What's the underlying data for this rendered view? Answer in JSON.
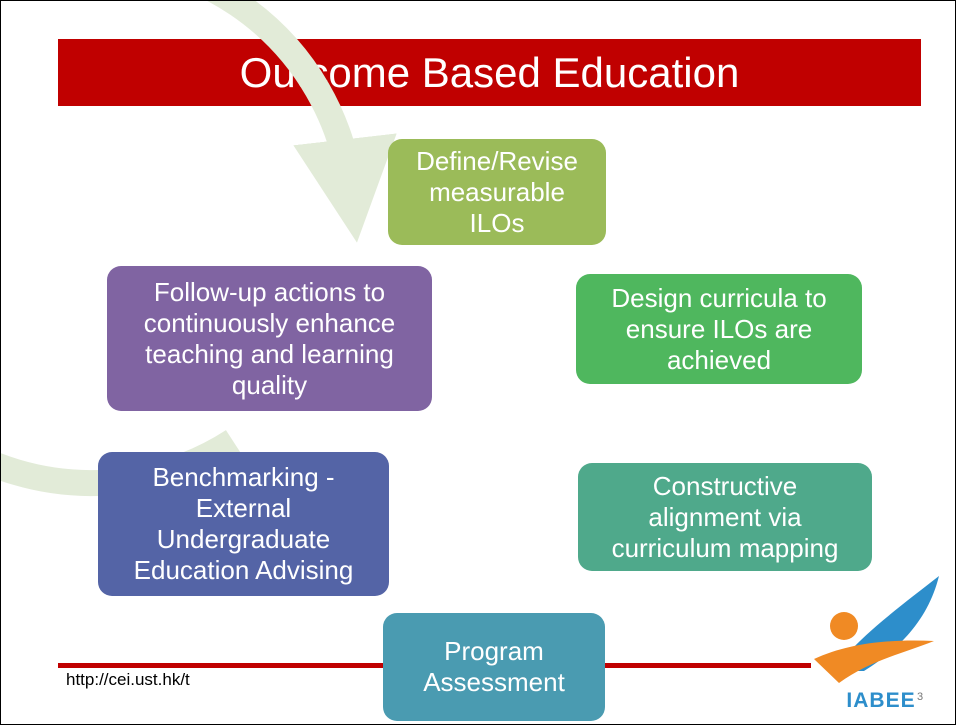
{
  "slide": {
    "title": "Outcome Based Education",
    "steps": [
      {
        "lines": [
          "Define/Revise",
          "measurable",
          "ILOs"
        ],
        "color": "#9bbb59"
      },
      {
        "lines": [
          "Design curricula to",
          "ensure ILOs are",
          "achieved"
        ],
        "color": "#4fb75e"
      },
      {
        "lines": [
          "Constructive",
          "alignment via",
          "curriculum mapping"
        ],
        "color": "#4fa98b"
      },
      {
        "lines": [
          "Program",
          "Assessment"
        ],
        "color": "#4a9bb1"
      },
      {
        "lines": [
          "Benchmarking -",
          "External",
          "Undergraduate",
          "Education Advising"
        ],
        "color": "#5464a6"
      },
      {
        "lines": [
          "Follow-up actions to",
          "continuously enhance",
          "teaching and learning",
          "quality"
        ],
        "color": "#8064a2"
      }
    ],
    "footer_url": "http://cei.ust.hk/t",
    "logo_text": "IABEE",
    "page_number": "3",
    "colors": {
      "title_bar": "#c00000",
      "cycle_ring": "#e2ebd8"
    }
  }
}
